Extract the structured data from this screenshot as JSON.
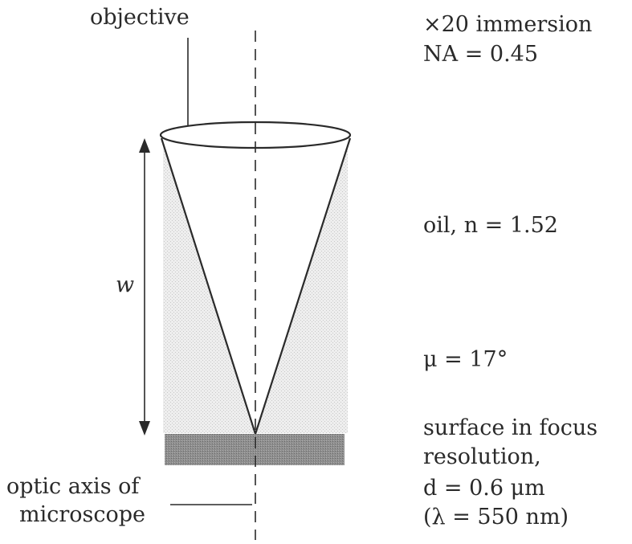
{
  "labels": {
    "objective": "objective",
    "magnification": "×20 immersion",
    "numerical_aperture": "NA = 0.45",
    "medium": "oil, n = 1.52",
    "working_distance": "w",
    "half_angle": "μ = 17°",
    "surface": "surface in focus",
    "resolution": "resolution,",
    "resolution_value": "d = 0.6 μm",
    "wavelength": "(λ = 550 nm)",
    "optic_axis_line1": "optic axis of",
    "optic_axis_line2": "microscope"
  },
  "colors": {
    "line": "#2a2a2a",
    "oil_fill": "#e6e6e6",
    "surface_fill": "#8e8e8e"
  }
}
